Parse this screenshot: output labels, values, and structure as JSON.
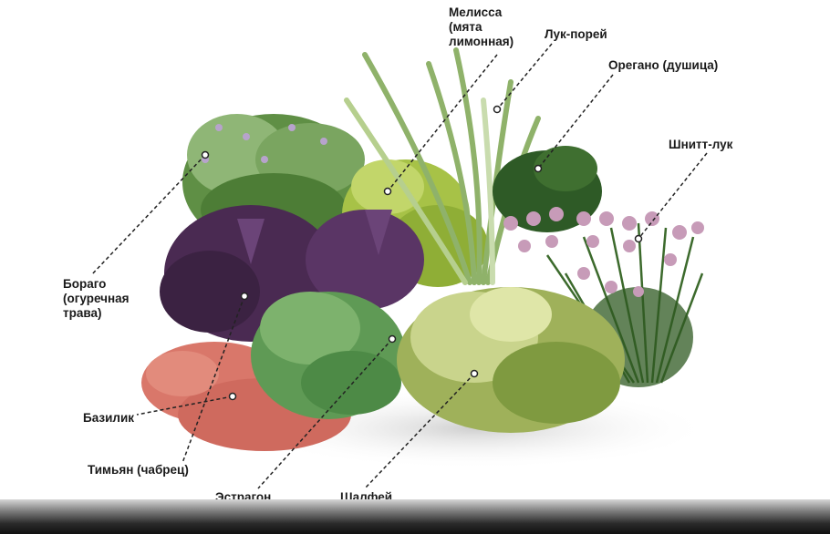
{
  "labels": {
    "melissa": "Мелисса\n(мята\nлимонная)",
    "leek": "Лук-порей",
    "oregano": "Орегано (душица)",
    "chives": "Шнитт-лук",
    "borage": "Бораго\n(огуречная\nтрава)",
    "basil": "Базилик",
    "thyme": "Тимьян (чабрец)",
    "tarragon": "Эстрагон\n(тархун)",
    "sage": "Шалфей"
  },
  "colors": {
    "background": "#ffffff",
    "label_text": "#1a1a1a",
    "leader_line": "#222222",
    "foliage_dark": "#2f5a22",
    "foliage_light": "#9fc46a",
    "purple_basil": "#4a2a52",
    "thyme_flowers": "#d9776a",
    "chive_flowers": "#c79bb8"
  }
}
